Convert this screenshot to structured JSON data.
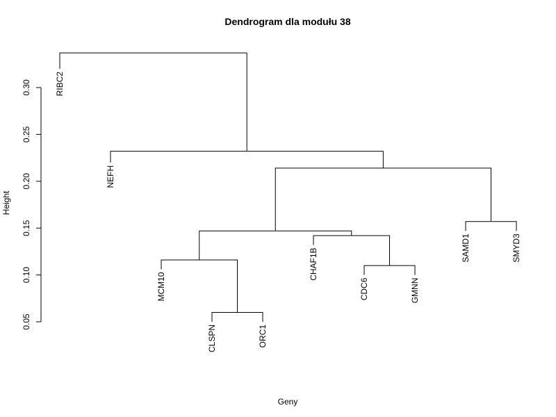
{
  "chart_data": {
    "type": "dendrogram",
    "title": "Dendrogram dla modułu 38",
    "xlabel": "Geny",
    "ylabel": "Height",
    "ylim": [
      0.05,
      0.34
    ],
    "yticks": [
      0.05,
      0.1,
      0.15,
      0.2,
      0.25,
      0.3
    ],
    "ytick_labels": [
      "0.05",
      "0.10",
      "0.15",
      "0.20",
      "0.25",
      "0.30"
    ],
    "leaves": [
      "RIBC2",
      "NEFH",
      "MCM10",
      "CLSPN",
      "ORC1",
      "CHAF1B",
      "CDC6",
      "GMNN",
      "SAMD1",
      "SMYD3"
    ],
    "merges": [
      {
        "id": "m1",
        "left": "CLSPN",
        "right": "ORC1",
        "height": 0.06
      },
      {
        "id": "m2",
        "left": "CDC6",
        "right": "GMNN",
        "height": 0.11
      },
      {
        "id": "m3",
        "left": "MCM10",
        "right": "m1",
        "height": 0.116
      },
      {
        "id": "m4",
        "left": "CHAF1B",
        "right": "m2",
        "height": 0.142
      },
      {
        "id": "m5",
        "left": "m3",
        "right": "m4",
        "height": 0.147
      },
      {
        "id": "m6",
        "left": "SAMD1",
        "right": "SMYD3",
        "height": 0.157
      },
      {
        "id": "m7",
        "left": "m5",
        "right": "m6",
        "height": 0.214
      },
      {
        "id": "m8",
        "left": "NEFH",
        "right": "m7",
        "height": 0.232
      },
      {
        "id": "m9",
        "left": "RIBC2",
        "right": "m8",
        "height": 0.337
      }
    ],
    "leaf_heights": {
      "RIBC2": 0.32,
      "NEFH": 0.22,
      "MCM10": 0.106,
      "CLSPN": 0.05,
      "ORC1": 0.05,
      "CHAF1B": 0.132,
      "CDC6": 0.1,
      "GMNN": 0.1,
      "SAMD1": 0.147,
      "SMYD3": 0.147
    }
  }
}
